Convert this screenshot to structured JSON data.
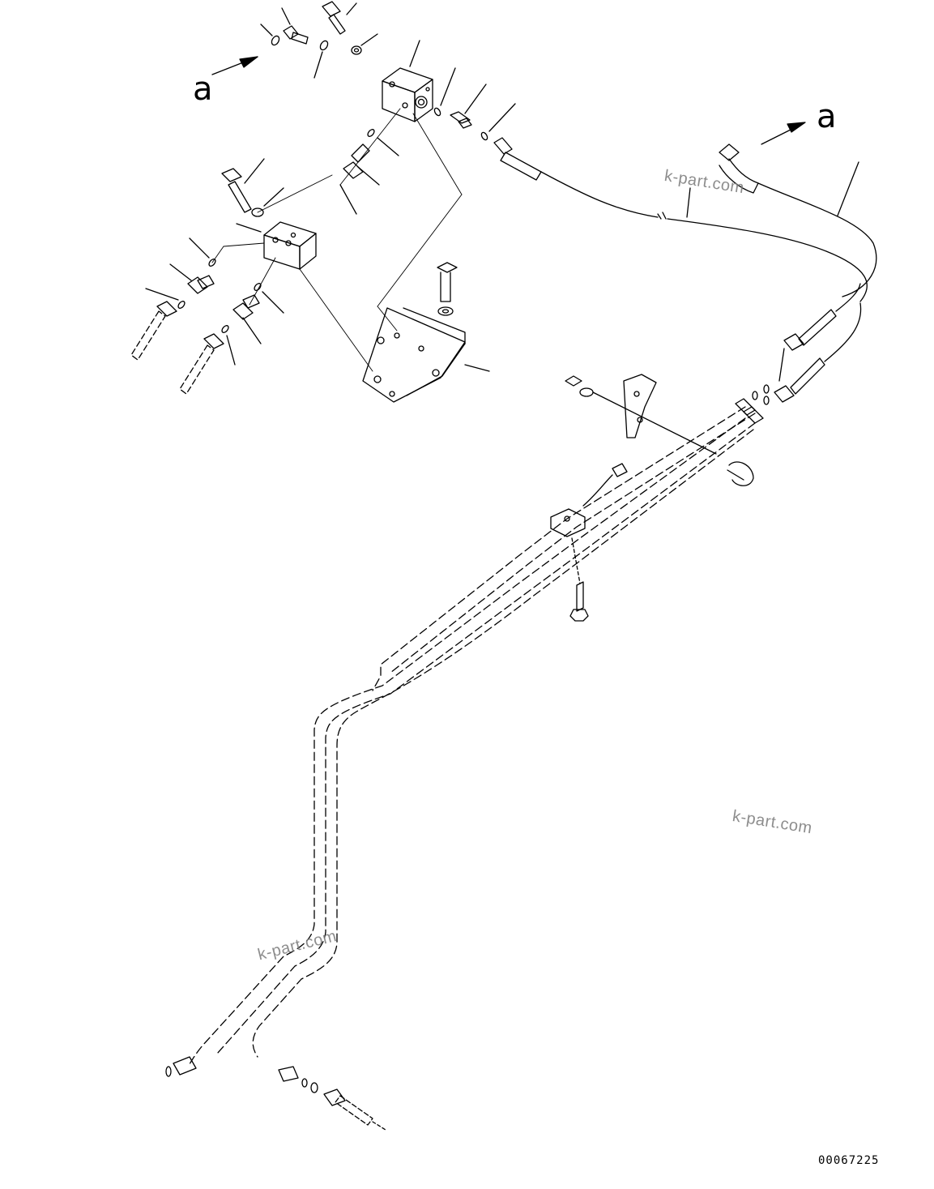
{
  "labels": {
    "view_a_left": "a",
    "view_a_right": "a"
  },
  "watermarks": [
    "k-part.com",
    "k-part.com",
    "k-part.com"
  ],
  "document_number": "00067225",
  "colors": {
    "line": "#000000",
    "watermark": "#7a7a7a",
    "background": "#ffffff"
  }
}
